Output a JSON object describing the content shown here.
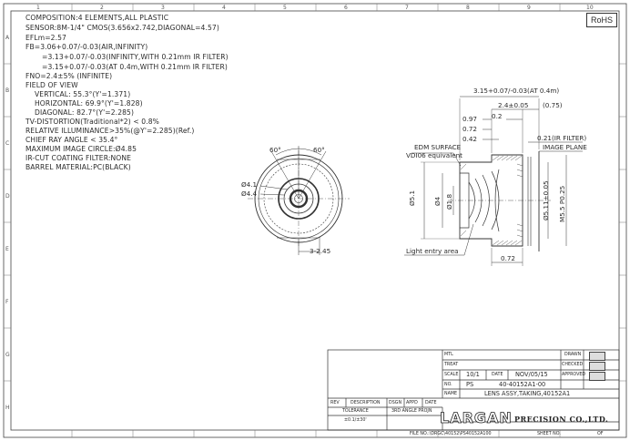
{
  "rohs": "RoHS",
  "ruler": {
    "top": [
      "1",
      "2",
      "3",
      "4",
      "5",
      "6",
      "7",
      "8",
      "9",
      "10"
    ],
    "side": [
      "A",
      "B",
      "C",
      "D",
      "E",
      "F",
      "G",
      "H"
    ]
  },
  "specs": [
    "COMPOSITION:4 ELEMENTS,ALL PLASTIC",
    "SENSOR:8M-1/4\" CMOS(3.656x2.742,DIAGONAL=4.57)",
    "EFLm=2.57",
    "FB=3.06+0.07/-0.03(AIR,INFINITY)",
    "=3.13+0.07/-0.03(INFINITY,WITH 0.21mm IR FILTER)",
    "=3.15+0.07/-0.03(AT 0.4m,WITH 0.21mm IR FILTER)",
    "FNO=2.4±5% (INFINITE)",
    "FIELD OF VIEW",
    "VERTICAL: 55.3°(Y'=1.371)",
    "HORIZONTAL: 69.9°(Y'=1.828)",
    "DIAGONAL: 82.7°(Y'=2.285)",
    "TV-DISTORTION(Traditional*2) < 0.8%",
    "RELATIVE ILLUMINANCE>35%(@Y'=2.285)(Ref.)",
    "CHIEF RAY ANGLE < 35.4°",
    "MAXIMUM IMAGE CIRCLE:Ø4.85",
    "IR-CUT COATING FILTER:NONE",
    "BARREL MATERIAL:PC(BLACK)"
  ],
  "front_view": {
    "angle_left": "60°",
    "angle_right": "60°",
    "dia_outer": "Ø4.1",
    "dia_inner": "Ø4.4",
    "width": "3-2.45"
  },
  "side_view": {
    "fb": "3.15+0.07/-0.03(AT 0.4m)",
    "d240": "2.4±0.05",
    "d075": "(0.75)",
    "d097": "0.97",
    "d02": "0.2",
    "d072a": "0.72",
    "d042": "0.42",
    "ir_filter": "0.21(IR FILTER)",
    "image_plane": "IMAGE PLANE",
    "edm_surface": "EDM SURFACE",
    "vdi": "VDI06 equivalent",
    "phi51": "Ø5.1",
    "phi4": "Ø4",
    "phi18": "Ø1.8",
    "phi511": "Ø5.11±0.05",
    "thread": "M5.5 P0.25",
    "light_entry": "Light entry area",
    "d072b": "0.72"
  },
  "title_block": {
    "mtl_label": "MTL",
    "treat_label": "TREAT",
    "scale_label": "SCALE",
    "scale": "10/1",
    "date_label": "DATE",
    "date": "NOV/05/15",
    "no_label": "NO.",
    "prefix": "PS",
    "part_no": "40-40152A1-00",
    "name_label": "NAME",
    "name": "LENS ASSY,TAKING,40152A1",
    "drawn": "DRAWN",
    "checked": "CHECKED",
    "approved": "APPROVED",
    "rev": "REV",
    "description": "DESCRIPTION",
    "dsgn": "DSGN",
    "appd": "APPD",
    "date2": "DATE",
    "tolerance_label": "TOLERANCE",
    "tolerance": "±0.1/±30'",
    "projection": "3RD ANGLE PROJN",
    "logo": "LARGAN",
    "company": "PRECISION CO.,LTD.",
    "file": "FILE NO.:\\DRGC\\40152\\PS40152A100",
    "sheet_label": "SHEET NO.",
    "of_label": "OF"
  }
}
